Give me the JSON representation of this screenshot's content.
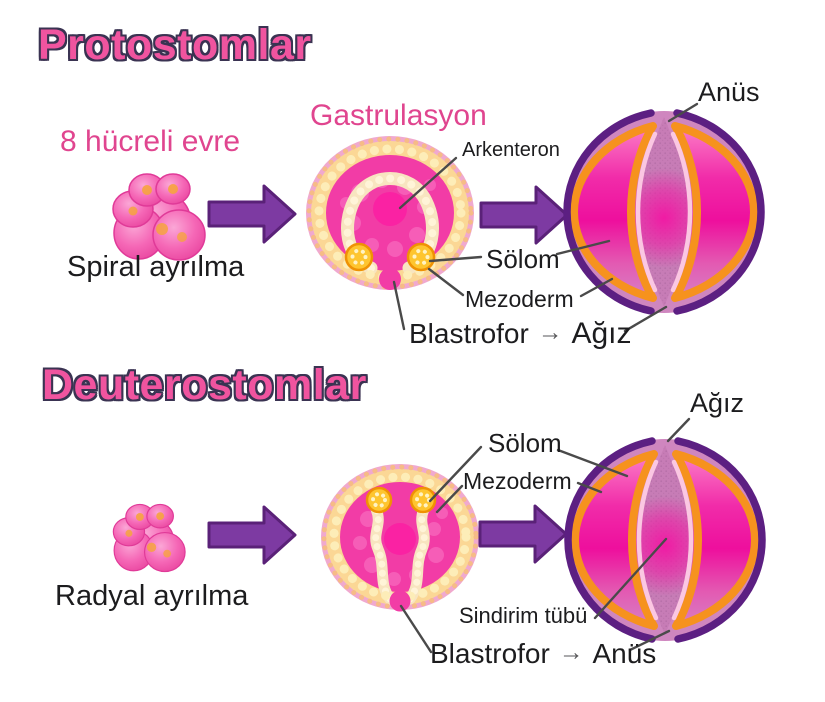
{
  "colors": {
    "title_pink": "#f0549f",
    "title_outline": "#3a3352",
    "subtitle_pink": "#e0458f",
    "label_black": "#1c1c1e",
    "flow_arrow_purple": "#7d3aa2",
    "leader_line_gray": "#4a4a4a",
    "mesoderm_orange": "#f6921e",
    "embryo_magenta": "#ee119e",
    "cell_cream": "#fbd795",
    "coelom_yellow": "#fec52f",
    "outline_purple": "#5c1f82"
  },
  "protostome": {
    "title": "Protostomlar",
    "stage_label": "8 hücreli evre",
    "phase_label": "Gastrulasyon",
    "cleavage_label": "Spiral ayrılma",
    "archenteron_label": "Arkenteron",
    "coelom_label": "Sölom",
    "mesoderm_label": "Mezoderm",
    "blastopore_label": "Blastrofor",
    "becomes_arrow": "→",
    "blastopore_fate_label": "Ağız",
    "top_opening_label": "Anüs"
  },
  "deuterostome": {
    "title": "Deuterostomlar",
    "cleavage_label": "Radyal ayrılma",
    "coelom_label": "Sölom",
    "mesoderm_label": "Mezoderm",
    "digestive_tube_label": "Sindirim tübü",
    "blastopore_label": "Blastrofor",
    "becomes_arrow": "→",
    "blastopore_fate_label": "Anüs",
    "top_opening_label": "Ağız"
  }
}
